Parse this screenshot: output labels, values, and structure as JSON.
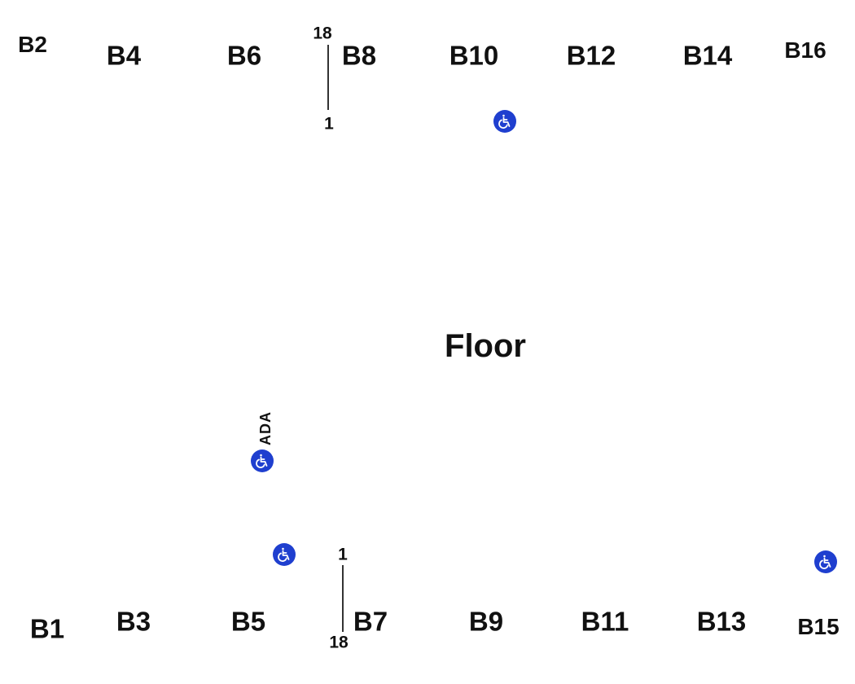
{
  "colors": {
    "accessible_blue": "#1f3fcf",
    "text": "#111111",
    "line": "#333333"
  },
  "floor": {
    "label": "Floor"
  },
  "sections_top": [
    "B2",
    "B4",
    "B6",
    "B8",
    "B10",
    "B12",
    "B14",
    "B16"
  ],
  "sections_bottom": [
    "B1",
    "B3",
    "B5",
    "B7",
    "B9",
    "B11",
    "B13",
    "B15"
  ],
  "row_marker_top": {
    "start": "18",
    "end": "1"
  },
  "row_marker_bottom": {
    "start": "1",
    "end": "18"
  },
  "ada": {
    "label": "ADA",
    "icon": "wheelchair-icon"
  }
}
